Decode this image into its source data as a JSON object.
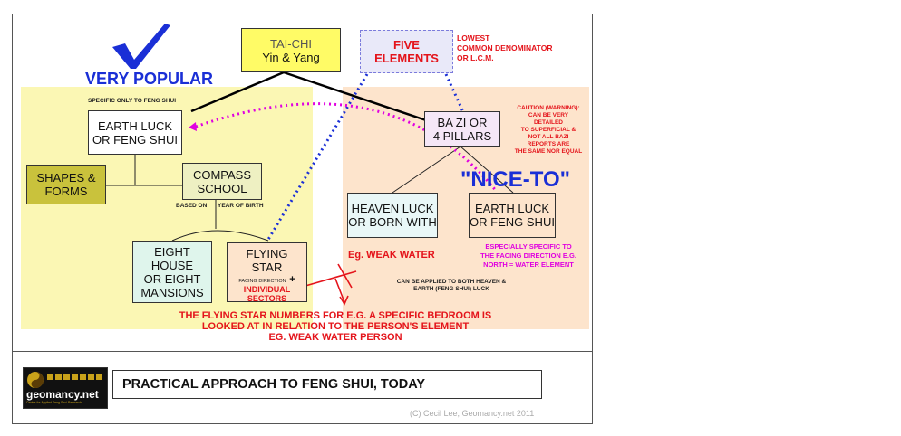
{
  "colors": {
    "left_zone": "#fbf7b4",
    "right_zone": "#fde4cc",
    "shapes_box": "#c9c23c",
    "compass_box": "#eef0c2",
    "eight_house_box": "#dff5ec",
    "flying_star_box": "#fde4cc",
    "heaven_box": "#e9f7f7",
    "earth_right_box": "#fde4cc",
    "bazi_box": "#f5e7f7",
    "taichi_box": "#fffb66",
    "five_box": "#e9e9f9",
    "red": "#e4141b",
    "magenta": "#e000e0",
    "blue": "#1a2fd6"
  },
  "header": {
    "check_icon": "check-mark-icon",
    "very_popular": "VERY POPULAR",
    "nice_to": "\"NICE-TO\""
  },
  "nodes": {
    "taichi": {
      "line1": "TAI-CHI",
      "line2": "Yin & Yang"
    },
    "five_elements": "FIVE\nELEMENTS",
    "lcm_note": "LOWEST\nCOMMON DENOMINATOR\nOR L.C.M.",
    "bazi": "BA ZI OR\n4 PILLARS",
    "caution_note": "CAUTION (WARNING):\nCAN BE VERY\nDETAILED\nTO SUPERFICIAL &\nNOT ALL BAZI\nREPORTS ARE\nTHE SAME NOR EQUAL",
    "specific_note": "SPECIFIC ONLY TO FENG SHUI",
    "earth_luck_left": "EARTH LUCK\nOR FENG SHUI",
    "shapes_forms": "SHAPES &\nFORMS",
    "compass_school": "COMPASS\nSCHOOL",
    "based_on": "BASED ON",
    "year_of_birth": "YEAR OF BIRTH",
    "eight_house": "EIGHT\nHOUSE\nOR EIGHT\nMANSIONS",
    "flying_star": "FLYING\nSTAR",
    "facing_direction": "FACING DIRECTION",
    "plus": "+",
    "individual_sectors": "INDIVIDUAL\nSECTORS",
    "heaven_luck": "HEAVEN LUCK\nOR BORN WITH",
    "earth_luck_right": "EARTH LUCK\nOR FENG SHUI",
    "weak_water": "Eg. WEAK WATER",
    "especially_note": "ESPECIALLY SPECIFIC TO\nTHE FACING DIRECTION E.G.\nNORTH = WATER ELEMENT",
    "applied_note": "CAN BE APPLIED TO BOTH HEAVEN &\nEARTH (FENG SHUI) LUCK",
    "bottom_note": "THE FLYING STAR NUMBERS FOR E.G. A SPECIFIC BEDROOM IS\nLOOKED AT IN RELATION TO THE PERSON'S ELEMENT\nEG.  WEAK WATER PERSON"
  },
  "footer": {
    "logo_text": "geomancy.net",
    "logo_subtext": "Centre for Applied Feng Shui Research",
    "title": "PRACTICAL APPROACH TO FENG SHUI, TODAY",
    "copyright": "(C) Cecil Lee, Geomancy.net 2011"
  }
}
